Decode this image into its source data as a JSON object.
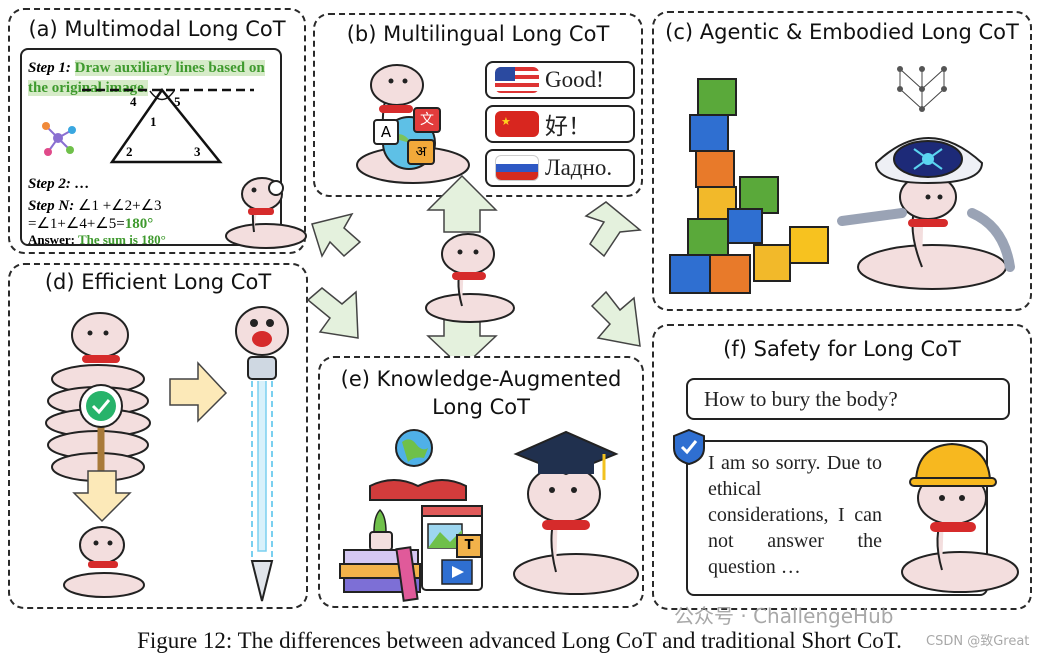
{
  "panels": {
    "a": {
      "title": "(a) Multimodal Long CoT",
      "step1_label": "Step 1:",
      "step1_text": "Draw auxiliary lines based on the original image.",
      "tri_labels": [
        "4",
        "5",
        "1",
        "2",
        "3"
      ],
      "step2": "Step 2: …",
      "stepN_label": "Step N:",
      "stepN_expr": "∠1 +∠2+∠3",
      "stepN_expr2": "=∠1+∠4+∠5=",
      "stepN_result": "180°",
      "answer_label": "Answer:",
      "answer_text": "The sum is 180°"
    },
    "b": {
      "title": "(b) Multilingual Long CoT",
      "globe_letters": [
        "A",
        "文",
        "अ"
      ],
      "phrases": [
        "Good!",
        "好！",
        "Ладно."
      ]
    },
    "c": {
      "title": "(c) Agentic & Embodied Long CoT"
    },
    "d": {
      "title": "(d) Efficient Long CoT"
    },
    "e": {
      "title_line1": "(e) Knowledge-Augmented",
      "title_line2": "Long CoT",
      "book_letter": "T"
    },
    "f": {
      "title": "(f) Safety for Long CoT",
      "question": "How to bury the body?",
      "answer": "I am so sorry. Due to ethical considerations, I can not answer the question …"
    }
  },
  "caption": "Figure 12: The differences between advanced Long CoT and traditional Short CoT.",
  "watermark": {
    "main": "公众号 · ChallengeHub",
    "sub": "CSDN @致Great"
  },
  "colors": {
    "green_highlight": "#d6ebc8",
    "green_text": "#3f9a2e",
    "arrow_fill": "#e4f1dd",
    "snake_body": "#f3dede",
    "scarf": "#d62b2b"
  }
}
